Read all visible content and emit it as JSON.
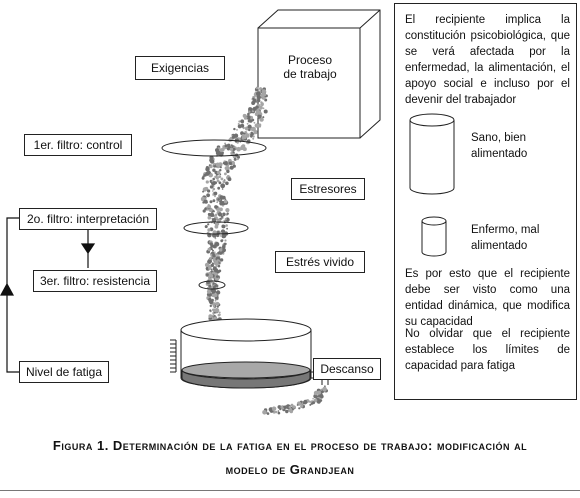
{
  "diagram": {
    "process_box": "Proceso\nde trabajo",
    "demands_label": "Exigencias",
    "filter1_label": "1er. filtro: control",
    "stressors_label": "Estresores",
    "filter2_label": "2o. filtro: interpretación",
    "lived_stress_label": "Estrés vivido",
    "filter3_label": "3er. filtro: resistencia",
    "fatigue_level_label": "Nivel de fatiga",
    "rest_label": "Descanso"
  },
  "panel": {
    "intro": "El recipiente implica la constitución psicobiológica, que se verá afectada por la enfermedad, la alimentación, el apoyo social e incluso por el devenir del trabajador",
    "healthy_label": "Sano, bien alimentado",
    "sick_label": "Enfermo, mal alimentado",
    "dynamic_text": "Es por esto que el recipiente debe ser visto como una entidad dinámica, que modifica su capacidad",
    "limits_text": "No olvidar que el recipiente establece los límites de capacidad para fatiga"
  },
  "caption": {
    "line1": "Figura 1. Determinación de la fatiga en el proceso de trabajo: modificación al",
    "line2": "modelo de Grandjean"
  }
}
